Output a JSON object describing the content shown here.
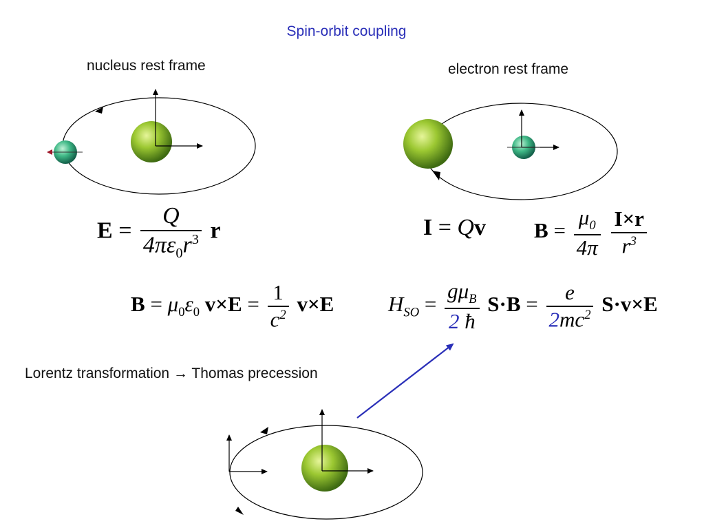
{
  "title": "Spin-orbit coupling",
  "frames": {
    "nucleus": "nucleus rest frame",
    "electron": "electron rest frame"
  },
  "lorentz": {
    "left": "Lorentz transformation",
    "arrow": "→",
    "right": "Thomas precession"
  },
  "equations": {
    "e_field": {
      "lhs": "E",
      "eq": "=",
      "num": "Q",
      "den_a": "4πε",
      "den_sub": "0",
      "den_b": "r",
      "den_sup": "3",
      "rhs": "r"
    },
    "current": {
      "lhs": "I",
      "eq": "=",
      "a": "Q",
      "b": "v"
    },
    "b_current": {
      "lhs": "B",
      "eq": "=",
      "num1": "μ",
      "num1_sub": "0",
      "den1": "4π",
      "num2": "I×r",
      "den2": "r",
      "den2_sup": "3"
    },
    "b_motion": {
      "lhs": "B",
      "eq": "=",
      "mu": "μ",
      "mu_sub": "0",
      "eps": "ε",
      "eps_sub": "0",
      "vxe": "v×E",
      "eq2": "=",
      "num": "1",
      "den": "c",
      "den_sup": "2",
      "vxe2": "v×E"
    },
    "hso": {
      "H": "H",
      "H_sub": "SO",
      "eq": "=",
      "num1": "gμ",
      "num1_sub": "B",
      "den1_two": "2",
      "den1_hbar": "ħ",
      "s_dot": "S·B",
      "eq2": "=",
      "num2": "e",
      "den2_two": "2",
      "den2_rest": "mc",
      "den2_sup": "2",
      "tail": "S·v×E"
    }
  },
  "colors": {
    "title": "#2a2fb8",
    "highlight": "#2a2fb8",
    "nucleus": "#8fc02a",
    "electron": "#2fa57a",
    "pointer_arrow": "#2a2fb8"
  }
}
